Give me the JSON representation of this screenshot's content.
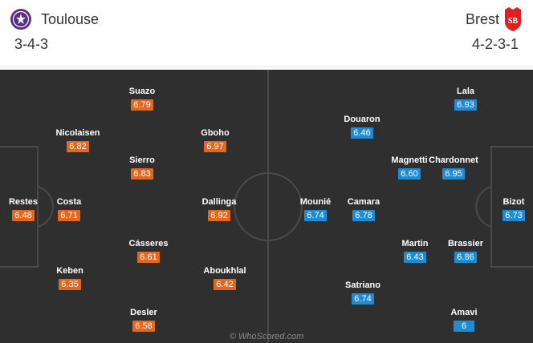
{
  "home": {
    "name": "Toulouse",
    "formation": "3-4-3",
    "crest_icon": "toulouse-crest-icon",
    "color": "#e5671e",
    "players": [
      {
        "name": "Restes",
        "rating": "6.48"
      },
      {
        "name": "Nicolaisen",
        "rating": "6.82"
      },
      {
        "name": "Costa",
        "rating": "6.71"
      },
      {
        "name": "Keben",
        "rating": "6.35"
      },
      {
        "name": "Suazo",
        "rating": "6.79"
      },
      {
        "name": "Sierro",
        "rating": "6.83"
      },
      {
        "name": "Cásseres",
        "rating": "6.61"
      },
      {
        "name": "Desler",
        "rating": "6.58"
      },
      {
        "name": "Gboho",
        "rating": "6.97"
      },
      {
        "name": "Dallinga",
        "rating": "6.92"
      },
      {
        "name": "Aboukhlal",
        "rating": "6.42"
      }
    ]
  },
  "away": {
    "name": "Brest",
    "formation": "4-2-3-1",
    "crest_icon": "brest-crest-icon",
    "crest_text": "SB",
    "color": "#1e8bd6",
    "players": [
      {
        "name": "Bizot",
        "rating": "6.73"
      },
      {
        "name": "Lala",
        "rating": "6.93"
      },
      {
        "name": "Chardonnet",
        "rating": "6.95"
      },
      {
        "name": "Brassier",
        "rating": "6.86"
      },
      {
        "name": "Amavi",
        "rating": "6"
      },
      {
        "name": "Magnetti",
        "rating": "6.60"
      },
      {
        "name": "Martin",
        "rating": "6.43"
      },
      {
        "name": "Douaron",
        "rating": "6.46"
      },
      {
        "name": "Camara",
        "rating": "6.78"
      },
      {
        "name": "Satriano",
        "rating": "6.74"
      },
      {
        "name": "Mounié",
        "rating": "6.74"
      }
    ]
  },
  "watermark": "© WhoScored.com",
  "colors": {
    "pitch": "#2f2f2f",
    "lines": "#4a4a4a",
    "home_badge": "#e5671e",
    "away_badge": "#1e8bd6"
  }
}
